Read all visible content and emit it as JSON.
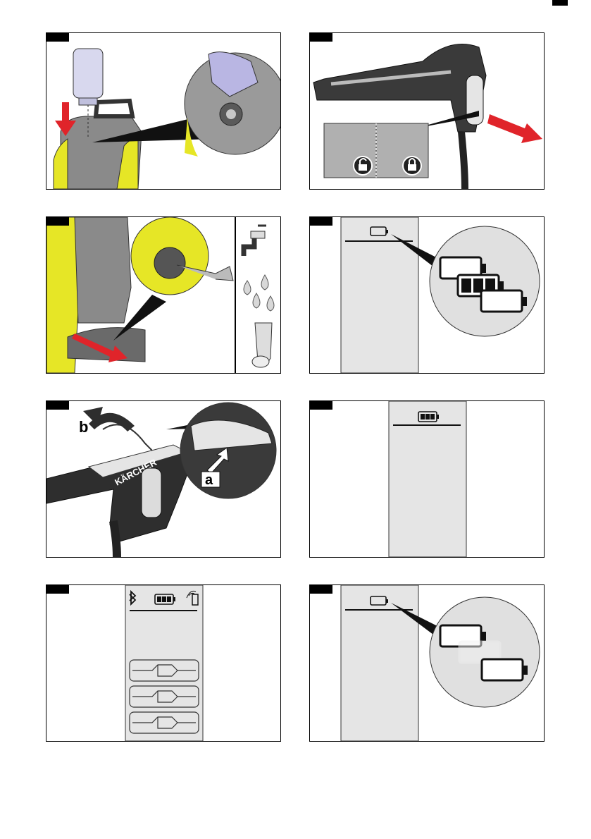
{
  "page": {
    "marker": "page-edge-marker"
  },
  "colors": {
    "yellow": "#e6e626",
    "dark_grey": "#3a3a3a",
    "mid_grey": "#8a8a8a",
    "light_grey": "#e5e5e5",
    "red": "#e0242a",
    "lavender": "#b9b6e3"
  },
  "figures": [
    {
      "id": "fig-1",
      "icons": [
        "detergent-bottle-icon",
        "insert-arrow-icon",
        "magnifier-callout-icon"
      ]
    },
    {
      "id": "fig-2",
      "icons": [
        "spray-gun-icon",
        "unlock-icon",
        "lock-icon",
        "pull-arrow-icon"
      ]
    },
    {
      "id": "fig-3",
      "icons": [
        "water-tap-icon",
        "water-drops-icon",
        "filter-icon",
        "pliers-icon",
        "pull-arrow-icon"
      ]
    },
    {
      "id": "fig-4",
      "icons": [
        "battery-empty-icon",
        "battery-full-icon",
        "battery-empty-icon"
      ]
    },
    {
      "id": "fig-5",
      "letters": {
        "a": "a",
        "b": "b"
      },
      "brand": "KÄRCHER",
      "icons": [
        "press-arrow-icon",
        "lift-arrow-icon"
      ]
    },
    {
      "id": "fig-6",
      "icons": [
        "battery-full-icon"
      ]
    },
    {
      "id": "fig-7",
      "icons": [
        "bluetooth-icon",
        "battery-full-icon",
        "remote-signal-icon",
        "nozzle-option-icon"
      ]
    },
    {
      "id": "fig-8",
      "icons": [
        "battery-empty-icon",
        "battery-blinking-icon"
      ]
    }
  ]
}
